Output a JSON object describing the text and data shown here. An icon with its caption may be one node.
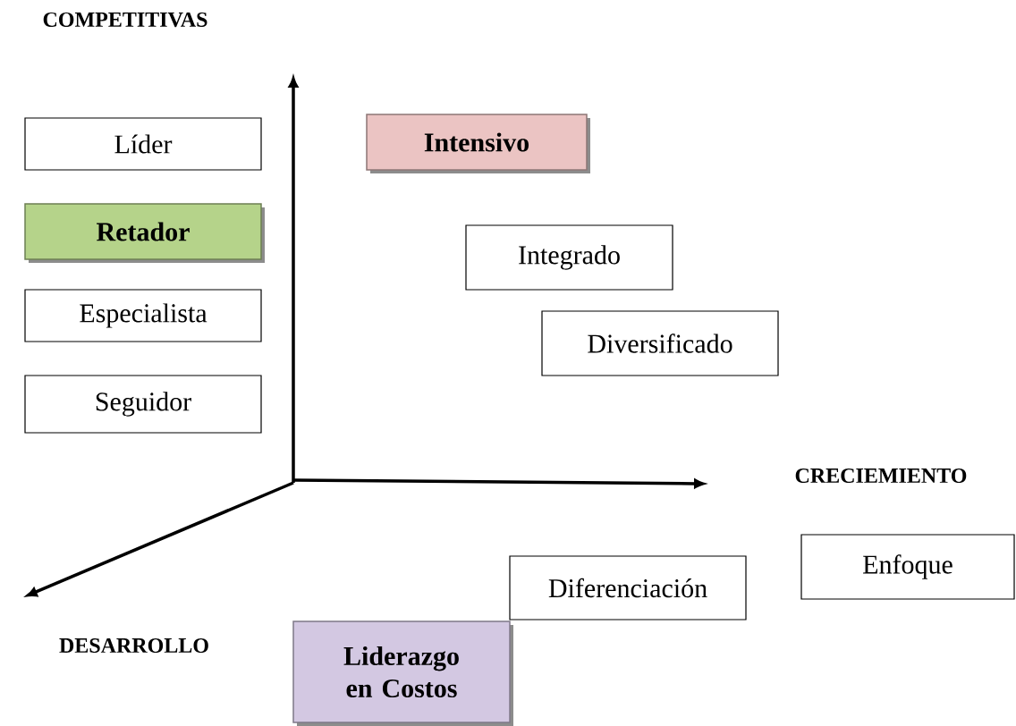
{
  "diagram": {
    "nodes": [
      {
        "text": [
          "Líder"
        ]
      },
      {
        "text": [
          "Retador"
        ]
      },
      {
        "text": [
          "Especialista"
        ]
      },
      {
        "text": [
          "Seguidor"
        ]
      },
      {
        "text": [
          "Intensivo"
        ]
      },
      {
        "text": [
          "Integrado"
        ]
      },
      {
        "text": [
          "Diversificado"
        ]
      },
      {
        "text": [
          "Diferenciación"
        ]
      },
      {
        "text": [
          "Enfoque"
        ]
      },
      {
        "text": [
          "Liderazgo en Costos"
        ]
      }
    ],
    "labels": [
      "COMPETITIVAS",
      "CRECIEMIENTO",
      "DESARROLLO"
    ]
  }
}
